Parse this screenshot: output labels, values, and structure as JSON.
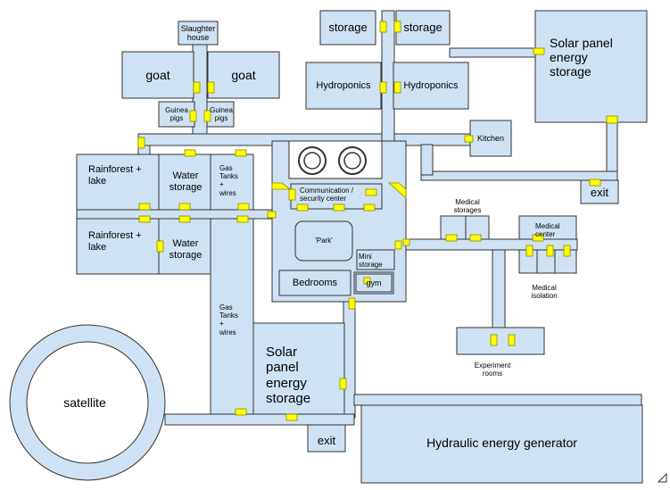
{
  "labels": {
    "slaughter_house": "Slaughter\nhouse",
    "goat_left": "goat",
    "goat_right": "goat",
    "guinea_pigs_left": "Guinea\npigs",
    "guinea_pigs_right": "Guinea\npigs",
    "storage_left": "storage",
    "storage_right": "storage",
    "hydroponics_left": "Hydroponics",
    "hydroponics_right": "Hydroponics",
    "solar_top": "Solar panel\nenergy\nstorage",
    "kitchen": "Kitchen",
    "exit_top": "exit",
    "rainforest_top": "Rainforest +\nlake",
    "water_storage_top": "Water\nstorage",
    "gas_tanks_top": "Gas\nTanks\n+\nwires",
    "rainforest_bottom": "Rainforest +\nlake",
    "water_storage_bottom": "Water\nstorage",
    "communication_center": "Communication /\nsecurity center",
    "park": "'Park'",
    "mini_storage": "Mini\nstorage",
    "bedrooms": "Bedrooms",
    "gym": "gym",
    "medical_storages": "Medical\nstorages",
    "medical_center": "Medical\ncenter",
    "medical_isolation": "Medical\nisolation",
    "experiment_rooms": "Experiment\nrooms",
    "gas_tanks_bottom": "Gas\nTanks\n+\nwires",
    "solar_bottom": "Solar\npanel\nenergy\nstorage",
    "satellite": "satellite",
    "exit_bottom": "exit",
    "hydraulic": "Hydraulic energy generator"
  },
  "colors": {
    "room_fill": "#cfe2f3",
    "outline": "#333333",
    "door": "#ffff00",
    "door_outline": "#8a8a00"
  }
}
